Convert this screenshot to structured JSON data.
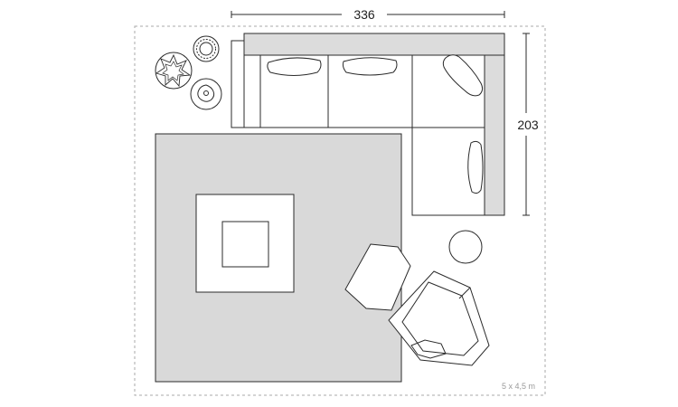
{
  "dimensions": {
    "width_label": "336",
    "depth_label": "203",
    "room_label": "5 x 4,5 m"
  },
  "colors": {
    "stroke": "#2b2b2b",
    "rug_fill": "#d9d9d9",
    "sofa_back_fill": "#dcdcdc",
    "room_border": "#a8a8a8",
    "background": "#ffffff"
  }
}
